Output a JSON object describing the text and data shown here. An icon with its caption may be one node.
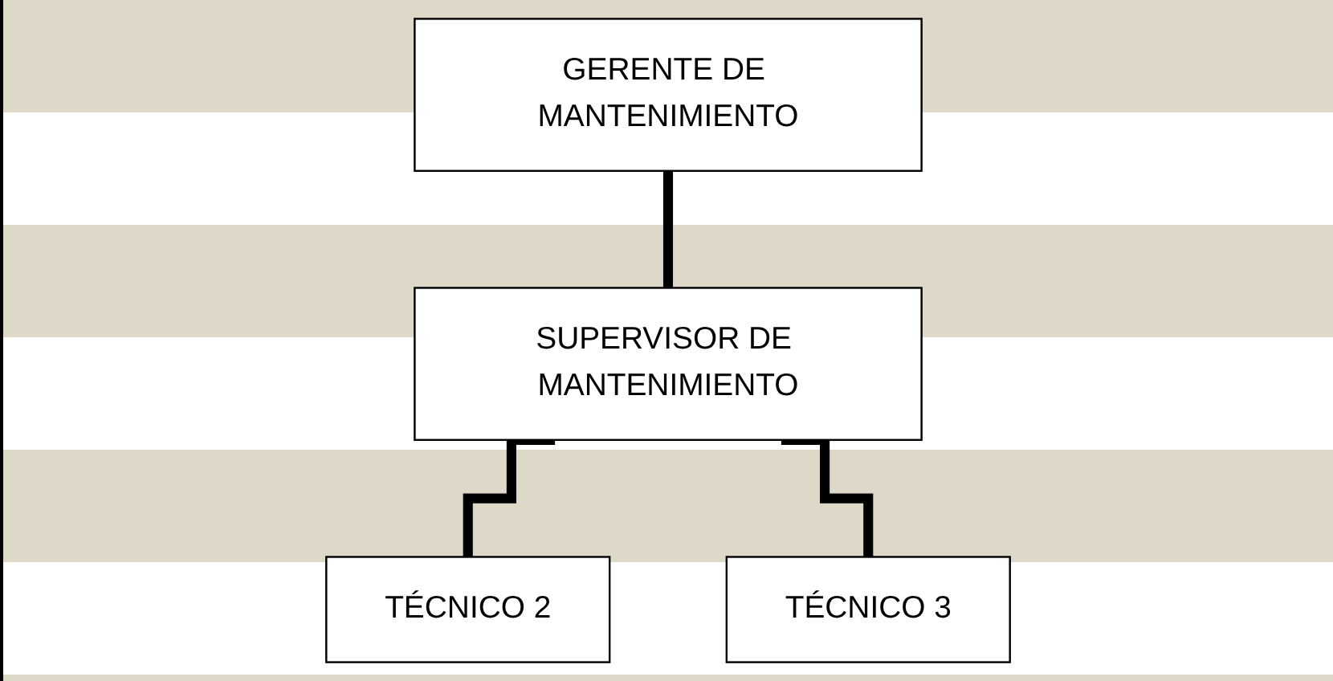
{
  "diagram": {
    "nodes": [
      {
        "text": [
          "GERENTE DE MANTENIMIENTO"
        ]
      },
      {
        "text": [
          "SUPERVISOR DE MANTENIMIENTO"
        ]
      },
      {
        "text": [
          "TÉCNICO 2"
        ]
      },
      {
        "text": [
          "TÉCNICO 3"
        ]
      }
    ],
    "edges": [
      {
        "from": 0,
        "to": 1,
        "arrow": "none"
      },
      {
        "from": 1,
        "to": 2,
        "arrow": "none"
      },
      {
        "from": 1,
        "to": 3,
        "arrow": "none"
      }
    ]
  }
}
